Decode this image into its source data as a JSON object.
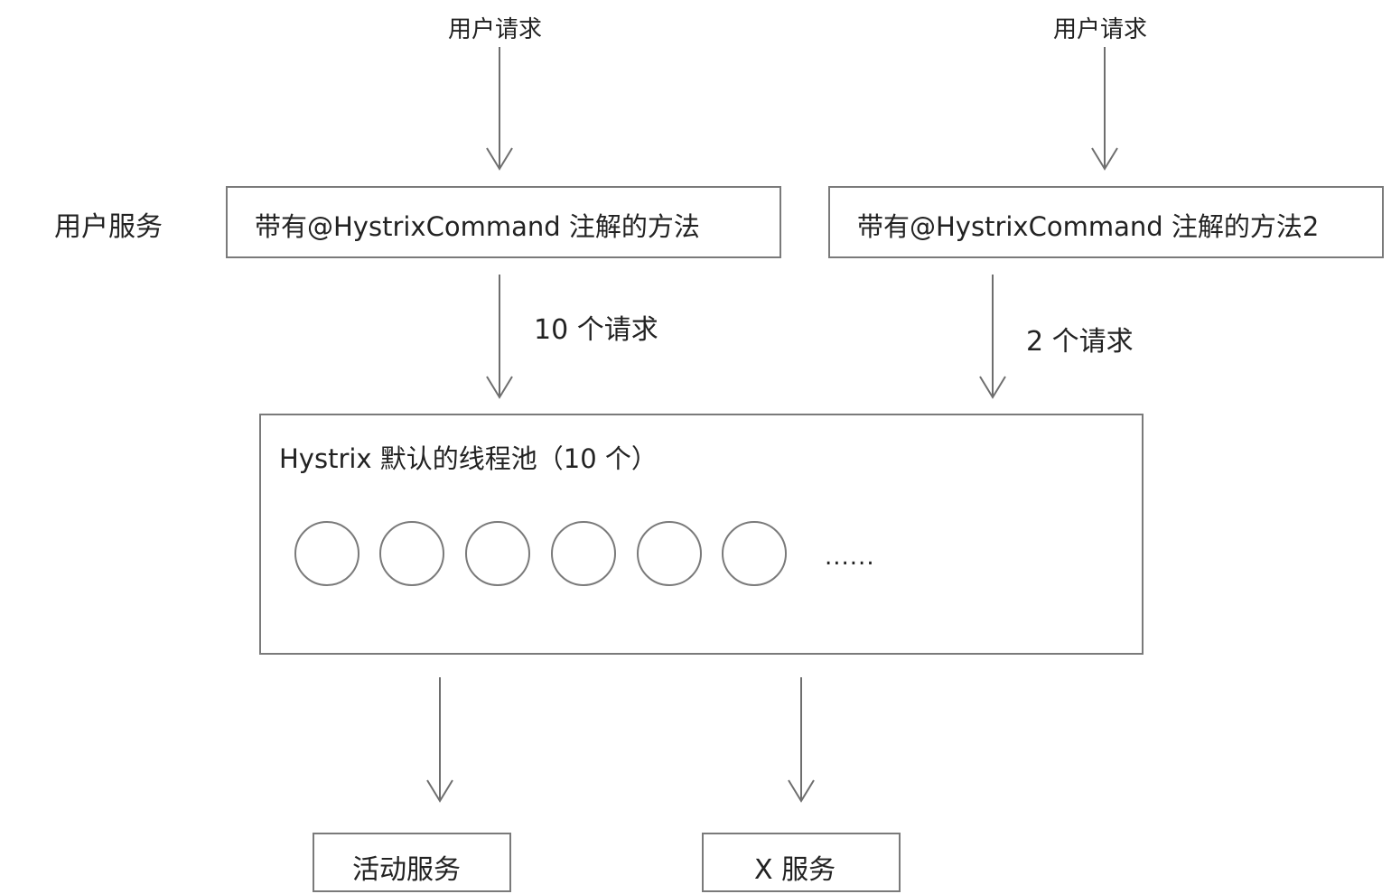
{
  "top_left_request": "用户请求",
  "top_right_request": "用户请求",
  "user_service_label": "用户服务",
  "method_box_1": "带有@HystrixCommand 注解的方法",
  "method_box_2": "带有@HystrixCommand 注解的方法2",
  "arrow_label_left": "10 个请求",
  "arrow_label_right": "2 个请求",
  "pool_title": "Hystrix 默认的线程池（10 个）",
  "pool_ellipsis": "......",
  "pool_visible_thread_count": 6,
  "bottom_left_service": "活动服务",
  "bottom_right_service": "X 服务"
}
